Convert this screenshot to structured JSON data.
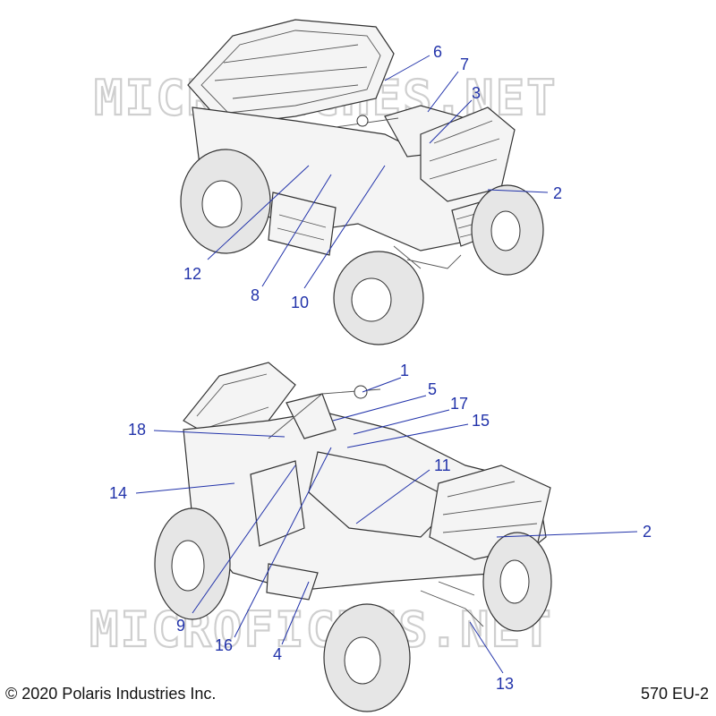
{
  "watermark": "MICROFICHES.NET",
  "footer": {
    "copyright": "© 2020 Polaris Industries Inc.",
    "page_code": "570 EU-2"
  },
  "upper_view": {
    "callouts": [
      "6",
      "7",
      "3",
      "2",
      "12",
      "8",
      "10"
    ]
  },
  "lower_view": {
    "callouts": [
      "1",
      "5",
      "17",
      "15",
      "18",
      "11",
      "14",
      "2",
      "9",
      "16",
      "4",
      "13"
    ]
  }
}
